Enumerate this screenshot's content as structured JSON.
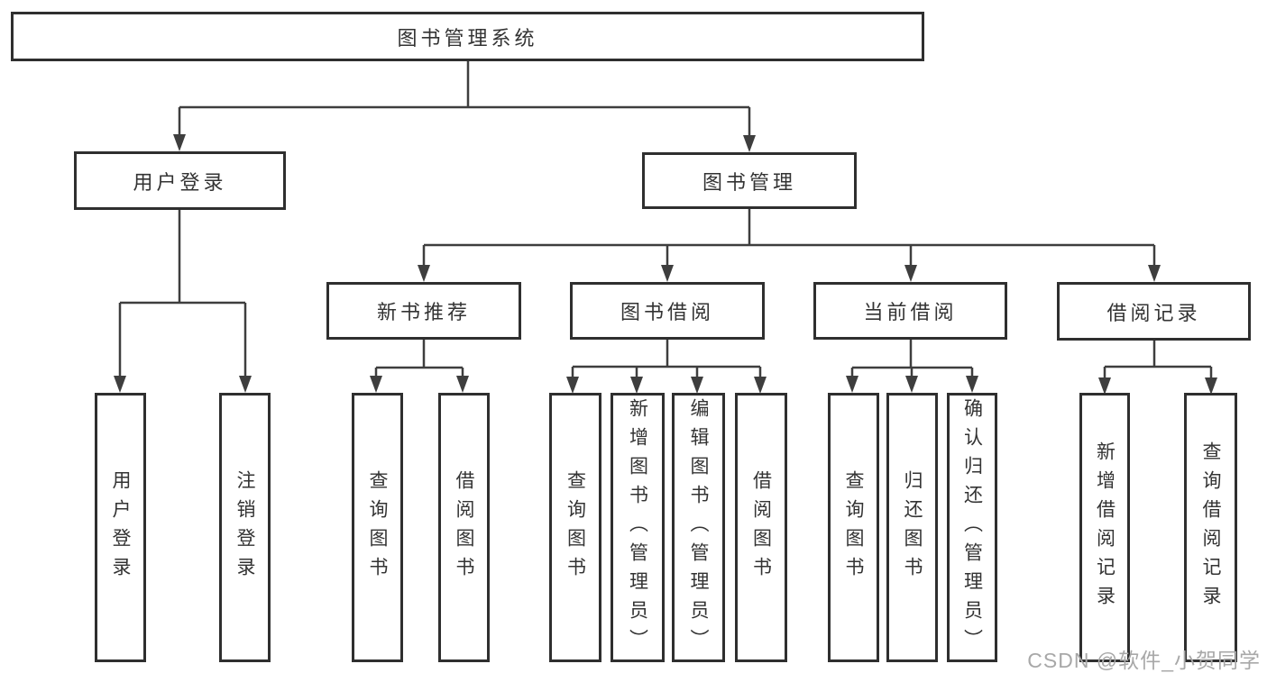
{
  "diagram_title": "图书管理系统",
  "tree": {
    "label": "图书管理系统",
    "children": [
      {
        "label": "用户登录",
        "children": [
          {
            "label": "用户登录"
          },
          {
            "label": "注销登录"
          }
        ]
      },
      {
        "label": "图书管理",
        "children": [
          {
            "label": "新书推荐",
            "children": [
              {
                "label": "查询图书"
              },
              {
                "label": "借阅图书"
              }
            ]
          },
          {
            "label": "图书借阅",
            "children": [
              {
                "label": "查询图书"
              },
              {
                "label": "新增图书（管理员）"
              },
              {
                "label": "编辑图书（管理员）"
              },
              {
                "label": "借阅图书"
              }
            ]
          },
          {
            "label": "当前借阅",
            "children": [
              {
                "label": "查询图书"
              },
              {
                "label": "归还图书"
              },
              {
                "label": "确认归还（管理员）"
              }
            ]
          },
          {
            "label": "借阅记录",
            "children": [
              {
                "label": "新增借阅记录"
              },
              {
                "label": "查询借阅记录"
              }
            ]
          }
        ]
      }
    ]
  },
  "watermark": {
    "text": "CSDN @软件_小贺同学"
  },
  "colors": {
    "background": "#ffffff",
    "box_border": "#2f2f2f",
    "connector_line": "#3e3e3e",
    "text": "#333333",
    "watermark_text": "#a8a8a8"
  }
}
